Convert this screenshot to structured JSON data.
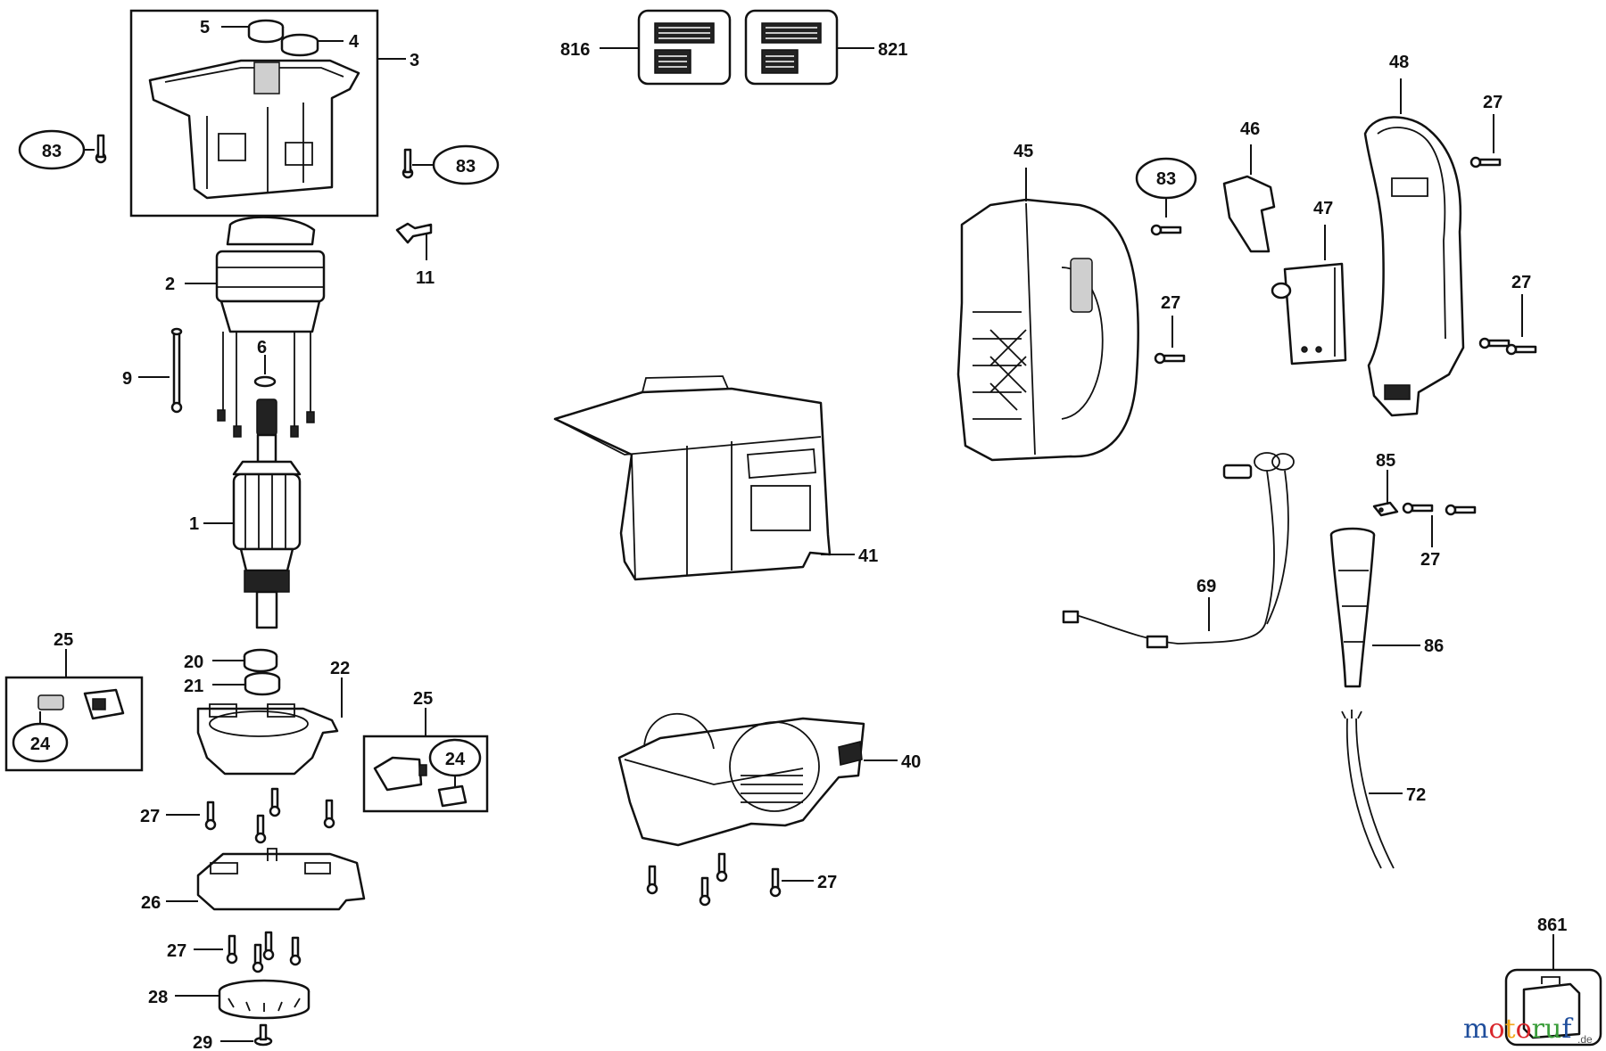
{
  "labels": {
    "l5": "5",
    "l4": "4",
    "l3": "3",
    "l83a": "83",
    "l83b": "83",
    "l11": "11",
    "l2": "2",
    "l6": "6",
    "l9": "9",
    "l1": "1",
    "l25a": "25",
    "l24a": "24",
    "l20": "20",
    "l21": "21",
    "l22": "22",
    "l25b": "25",
    "l24b": "24",
    "l27a": "27",
    "l26": "26",
    "l27b": "27",
    "l28": "28",
    "l29": "29",
    "l816": "816",
    "l821": "821",
    "l41": "41",
    "l40": "40",
    "l27c": "27",
    "l45": "45",
    "l83c": "83",
    "l46": "46",
    "l47": "47",
    "l48": "48",
    "l27d": "27",
    "l27e": "27",
    "l27f": "27",
    "l69": "69",
    "l85": "85",
    "l27g": "27",
    "l86": "86",
    "l72": "72",
    "l861": "861"
  },
  "watermark": {
    "main": "motoruf",
    "suffix": ".de"
  },
  "colors": {
    "ink": "#111111",
    "paper": "#ffffff",
    "wm_m": "#1f4e9c",
    "wm_o": "#d9262b",
    "wm_t": "#f2a516",
    "wm_u": "#3a9d3a",
    "wm_f": "#1f4e9c"
  }
}
